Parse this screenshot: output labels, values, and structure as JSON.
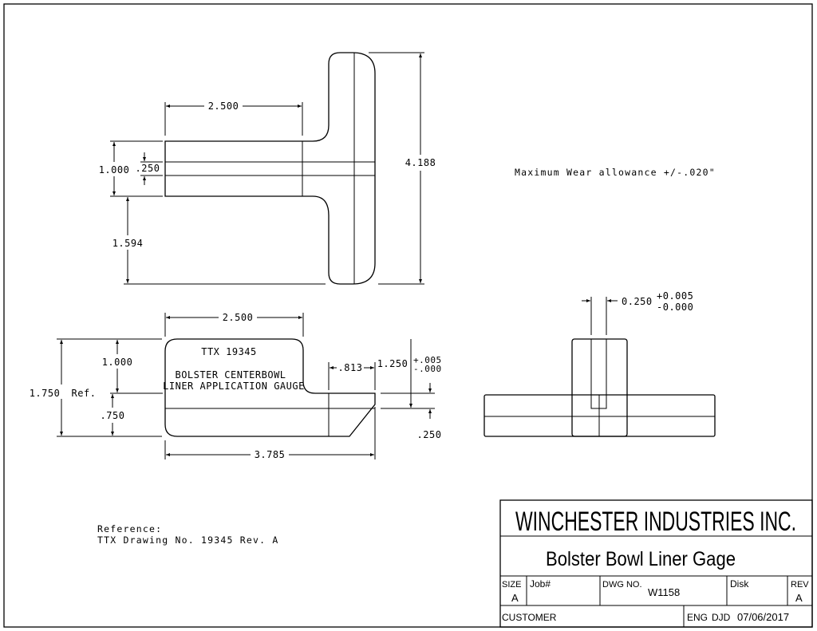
{
  "notes": {
    "wear": "Maximum Wear allowance +/-.020\"",
    "reference_line1": "Reference:",
    "reference_line2": "TTX Drawing No. 19345 Rev. A"
  },
  "top_view": {
    "dim_width": "2.500",
    "dim_height": "1.000",
    "dim_slot": ".250",
    "dim_lower": "1.594",
    "dim_total": "4.188"
  },
  "side_view": {
    "dim_width": "2.500",
    "dim_upper": "1.000",
    "dim_total": "1.750",
    "dim_total_suffix": "Ref.",
    "dim_lower": ".750",
    "dim_length": "3.785",
    "dim_tip": ".813",
    "dim_tip_height": "1.250",
    "tol_plus": "+.005",
    "tol_minus": "-.000",
    "dim_tip_thick": ".250",
    "label_part": "TTX 19345",
    "label_desc1": "BOLSTER CENTERBOWL",
    "label_desc2": "LINER APPLICATION GAUGE"
  },
  "end_view": {
    "dim_slot": "0.250",
    "tol_plus": "+0.005",
    "tol_minus": "-0.000"
  },
  "title_block": {
    "company": "WINCHESTER INDUSTRIES INC.",
    "part_name": "Bolster Bowl Liner Gage",
    "size_label": "SIZE",
    "size_value": "A",
    "job_label": "Job#",
    "dwg_label": "DWG NO.",
    "dwg_value": "W1158",
    "disk_label": "Disk",
    "rev_label": "REV",
    "rev_value": "A",
    "customer_label": "CUSTOMER",
    "eng_label": "ENG",
    "eng_value": "DJD",
    "date": "07/06/2017"
  }
}
